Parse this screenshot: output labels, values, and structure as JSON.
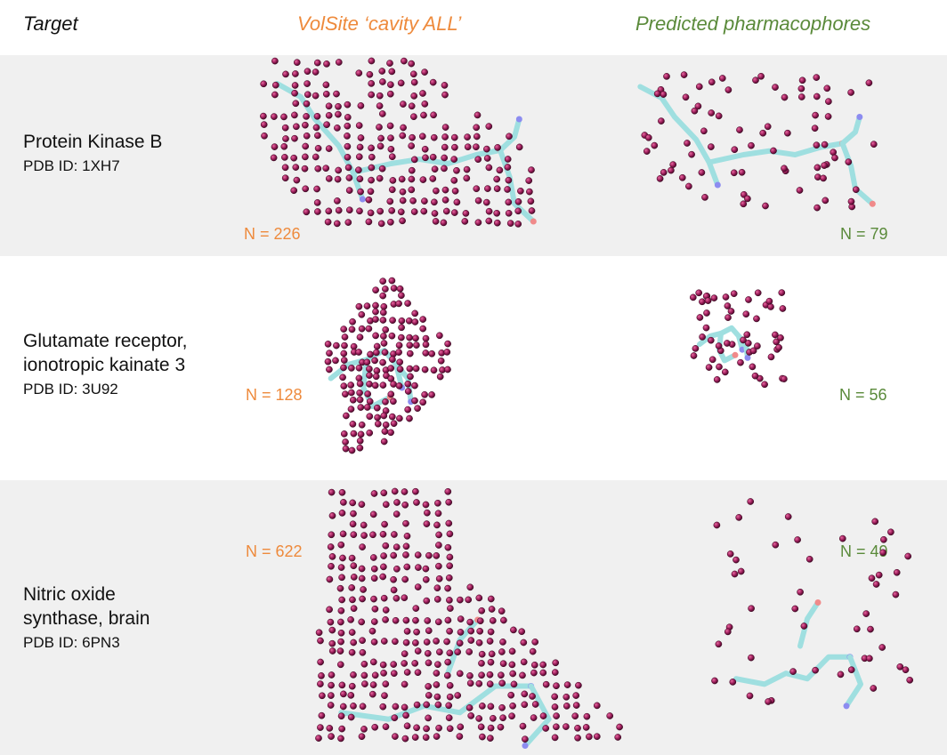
{
  "headers": {
    "target": "Target",
    "volsite": "VolSite ‘cavity ALL’",
    "predicted": "Predicted pharmacophores"
  },
  "colors": {
    "volsite": "#ee8a3c",
    "predicted": "#5a8a3a",
    "row_shade": "#f0f0f0",
    "sphere": "#a0205e",
    "ligand": "#9fdfe0",
    "nitrogen": "#8c8cf0",
    "oxygen": "#f08a8a"
  },
  "rows": [
    {
      "name": "Protein Kinase B",
      "name_line2": "",
      "pdb": "PDB ID: 1XH7",
      "volsite_count": "N = 226",
      "predicted_count": "N = 79"
    },
    {
      "name": "Glutamate receptor,",
      "name_line2": "ionotropic kainate 3",
      "pdb": "PDB ID: 3U92",
      "volsite_count": "N = 128",
      "predicted_count": "N = 56"
    },
    {
      "name": "Nitric oxide",
      "name_line2": "synthase, brain",
      "pdb": "PDB ID: 6PN3",
      "volsite_count": "N = 622",
      "predicted_count": "N = 49"
    }
  ]
}
